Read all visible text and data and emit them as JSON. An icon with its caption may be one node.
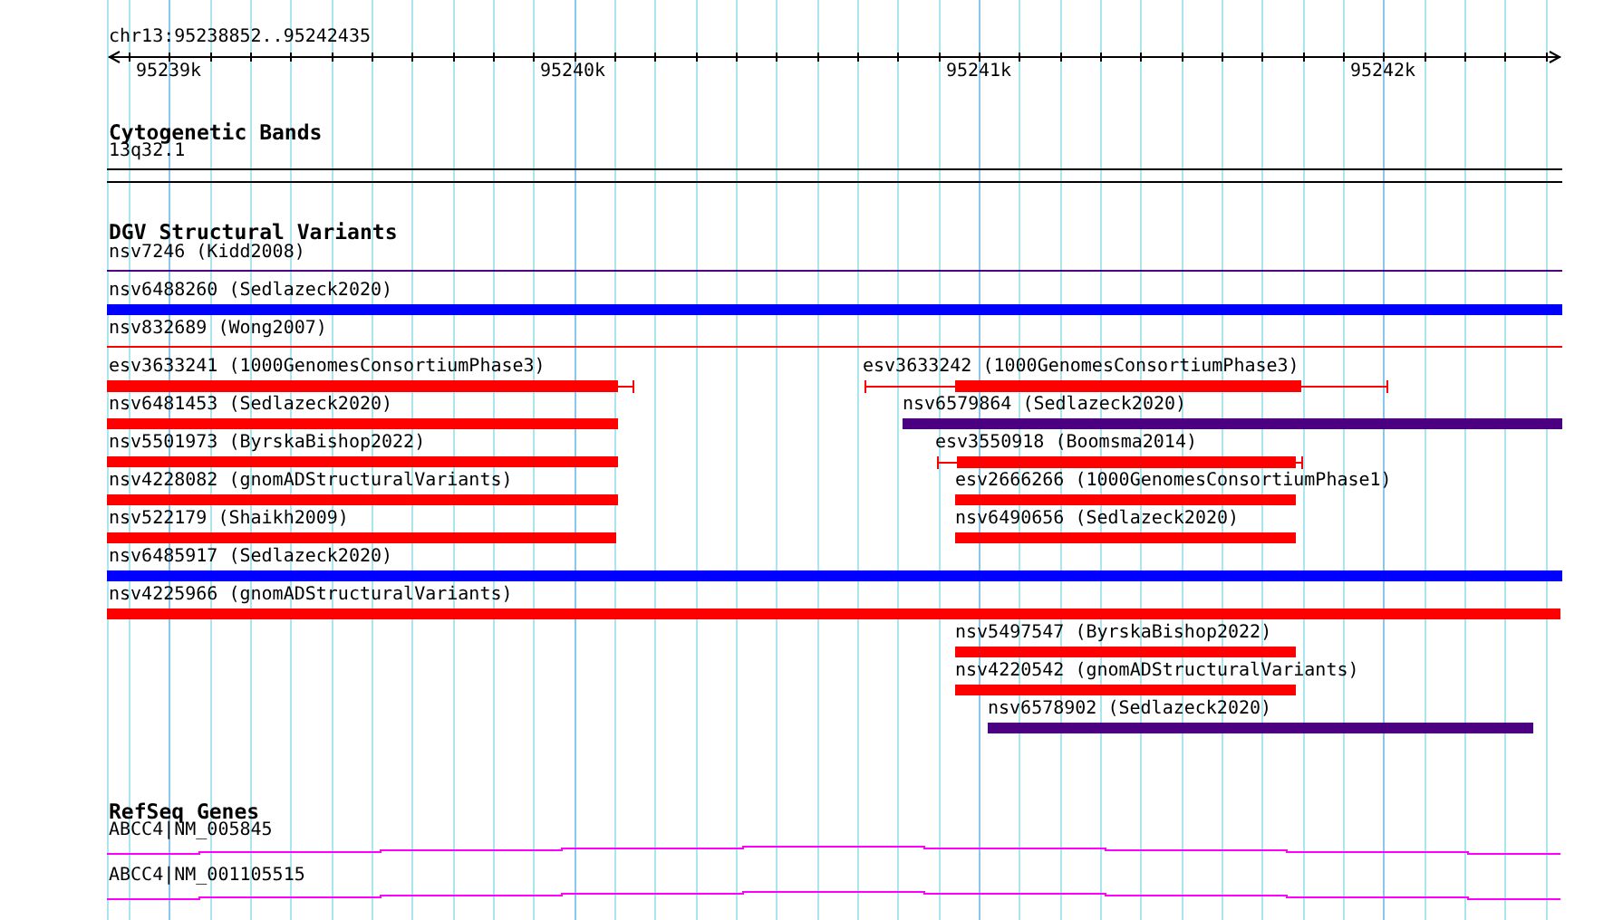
{
  "diagram": {
    "nodes": [
      {
        "text": [
          "13q32.1"
        ]
      },
      {
        "text": [
          "nsv7246 (Kidd2008)"
        ]
      },
      {
        "text": [
          "nsv6488260 (Sedlazeck2020)"
        ]
      },
      {
        "text": [
          "nsv832689 (Wong2007)"
        ]
      },
      {
        "text": [
          "esv3633241 (1000GenomesConsortiumPhase3)"
        ]
      },
      {
        "text": [
          "esv3633242 (1000GenomesConsortiumPhase3)"
        ]
      },
      {
        "text": [
          "nsv6481453 (Sedlazeck2020)"
        ]
      },
      {
        "text": [
          "nsv6579864 (Sedlazeck2020)"
        ]
      },
      {
        "text": [
          "nsv5501973 (ByrskaBishop2022)"
        ]
      },
      {
        "text": [
          "esv3550918 (Boomsma2014)"
        ]
      },
      {
        "text": [
          "nsv4228082 (gnomADStructuralVariants)"
        ]
      },
      {
        "text": [
          "esv2666266 (1000GenomesConsortiumPhase1)"
        ]
      },
      {
        "text": [
          "nsv522179 (Shaikh2009)"
        ]
      },
      {
        "text": [
          "nsv6490656 (Sedlazeck2020)"
        ]
      },
      {
        "text": [
          "nsv6485917 (Sedlazeck2020)"
        ]
      },
      {
        "text": [
          "nsv4225966 (gnomADStructuralVariants)"
        ]
      },
      {
        "text": [
          "nsv5497547 (ByrskaBishop2022)"
        ]
      },
      {
        "text": [
          "nsv4220542 (gnomADStructuralVariants)"
        ]
      },
      {
        "text": [
          "nsv6578902 (Sedlazeck2020)"
        ]
      },
      {
        "text": [
          "ABCC4|NM_005845"
        ]
      },
      {
        "text": [
          "ABCC4|NM_001105515"
        ]
      }
    ],
    "labels": [
      "chr13:95238852..95242435",
      "95239k",
      "95240k",
      "95241k",
      "95242k",
      "Cytogenetic Bands",
      "DGV Structural Variants",
      "RefSeq Genes"
    ]
  }
}
